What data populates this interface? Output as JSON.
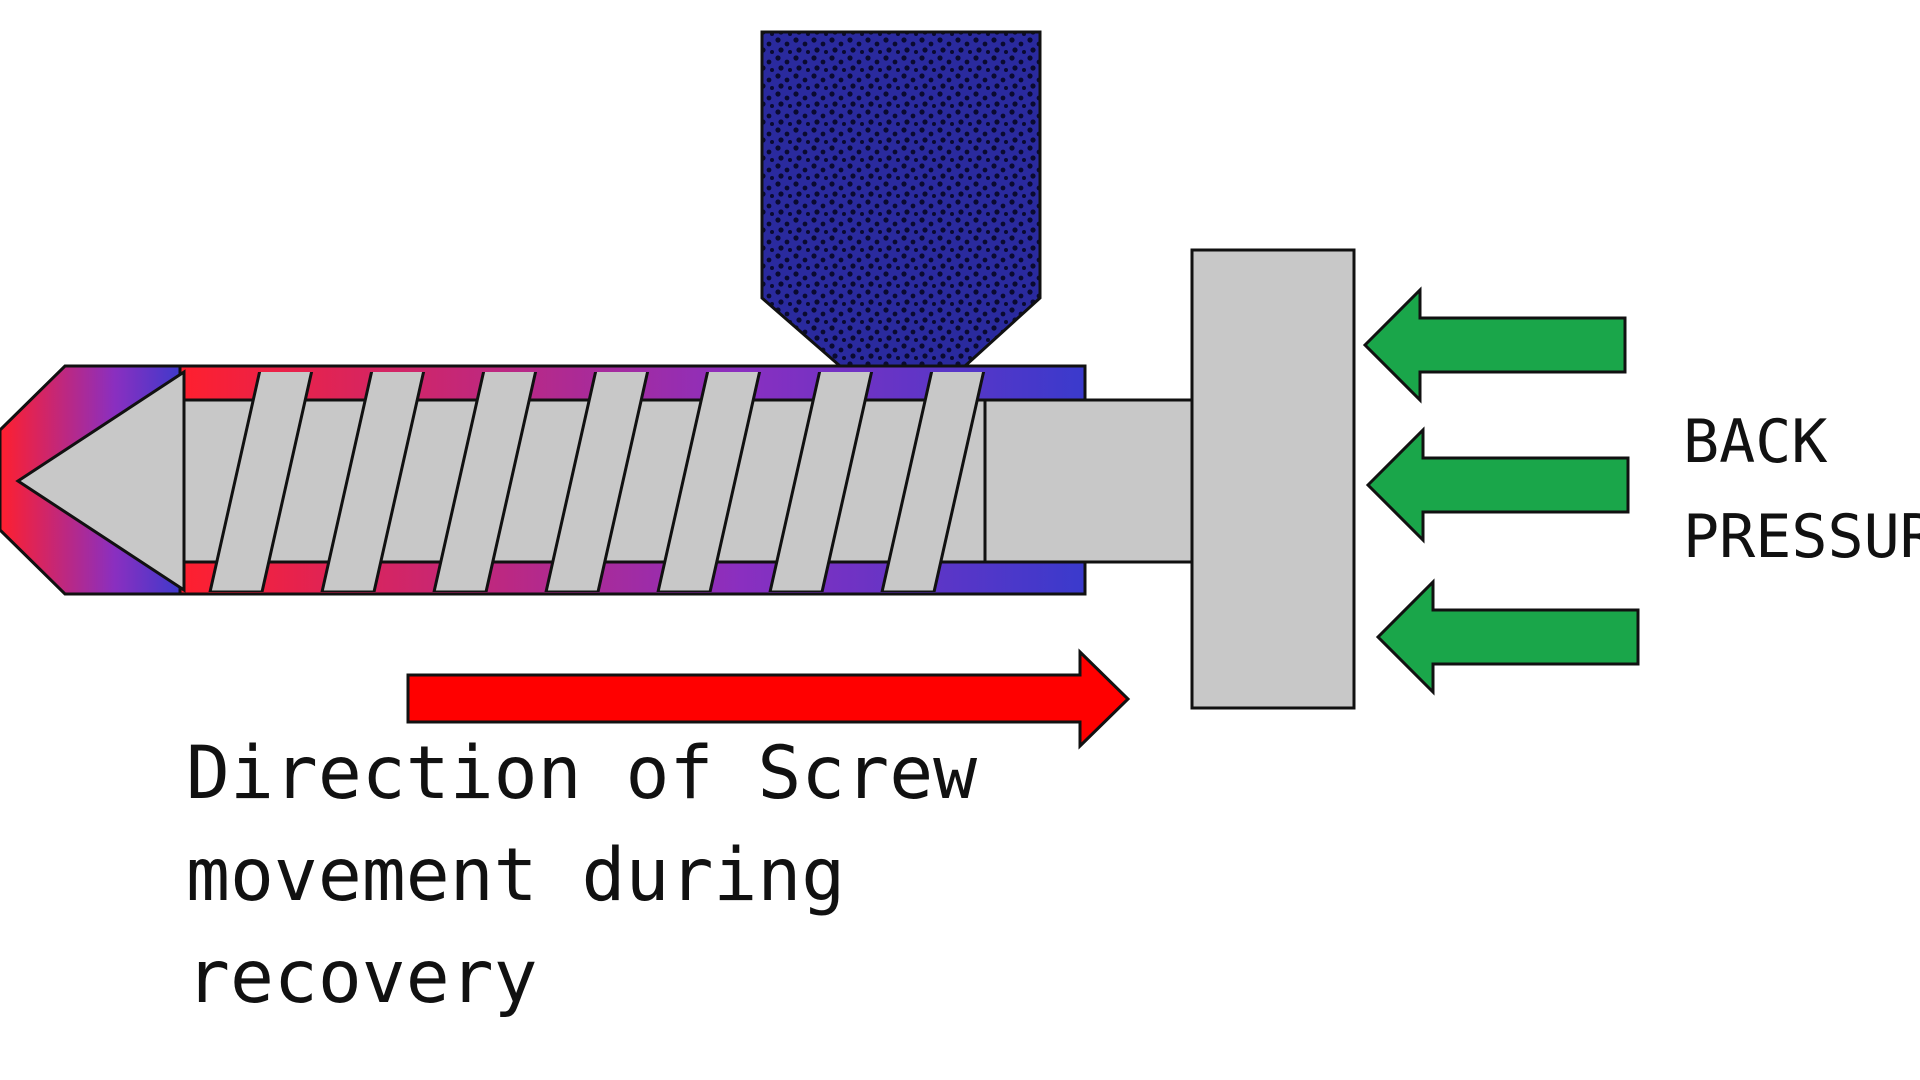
{
  "diagram": {
    "back_pressure_lines": [
      "BACK",
      "PRESSURE"
    ],
    "caption_lines": [
      "Direction of Screw",
      "movement during",
      "recovery"
    ]
  },
  "colors": {
    "hopper": "#2a2a9e",
    "hopper_dots": "#0a0a30",
    "barrel_hot": "#ff1f2e",
    "barrel_mid": "#8a2fc0",
    "barrel_cool": "#3a3acc",
    "screw": "#c8c8c8",
    "push_arrow": "#ff0000",
    "back_pressure_arrows": "#1aa64a"
  }
}
